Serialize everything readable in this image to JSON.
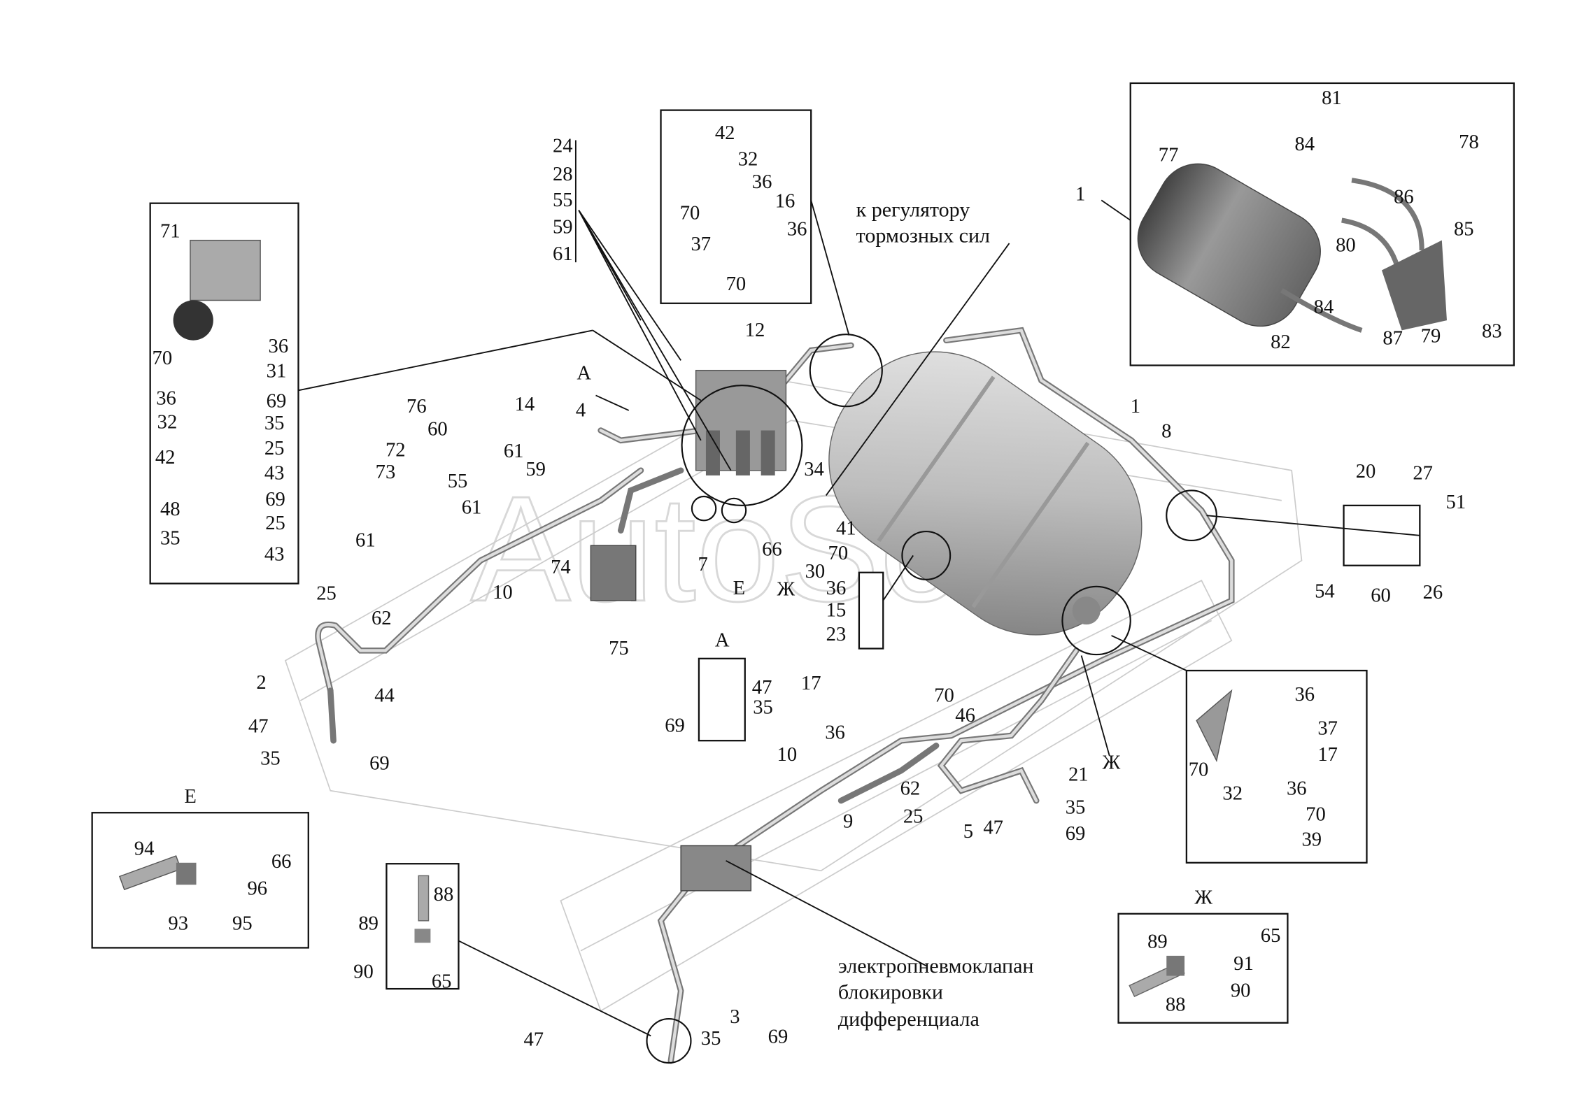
{
  "watermark": "AutoSoft",
  "captions": {
    "regulator_line1": "к регулятору",
    "regulator_line2": "тормозных сил",
    "valve_line1": "электропневмоклапан",
    "valve_line2": "блокировки",
    "valve_line3": "дифференциала",
    "view_a": "А",
    "view_e": "Е",
    "view_zh": "Ж",
    "view_a_small": "А",
    "view_e_small": "Е",
    "view_zh_small": "Ж",
    "view_zh_small2": "Ж"
  },
  "callouts": [
    "71",
    "70",
    "36",
    "31",
    "36",
    "69",
    "32",
    "35",
    "25",
    "42",
    "43",
    "48",
    "69",
    "35",
    "25",
    "43",
    "24",
    "28",
    "55",
    "59",
    "61",
    "42",
    "32",
    "36",
    "70",
    "16",
    "37",
    "36",
    "70",
    "81",
    "77",
    "84",
    "78",
    "86",
    "85",
    "80",
    "84",
    "82",
    "87",
    "79",
    "83",
    "1",
    "12",
    "4",
    "76",
    "60",
    "14",
    "72",
    "73",
    "61",
    "59",
    "55",
    "61",
    "61",
    "34",
    "41",
    "66",
    "7",
    "30",
    "70",
    "36",
    "15",
    "23",
    "74",
    "10",
    "75",
    "25",
    "62",
    "44",
    "2",
    "47",
    "35",
    "69",
    "1",
    "8",
    "20",
    "27",
    "51",
    "54",
    "60",
    "26",
    "47",
    "35",
    "69",
    "17",
    "70",
    "36",
    "46",
    "10",
    "21",
    "62",
    "25",
    "9",
    "5",
    "47",
    "35",
    "69",
    "36",
    "37",
    "17",
    "70",
    "32",
    "36",
    "70",
    "39",
    "94",
    "66",
    "96",
    "93",
    "95",
    "88",
    "89",
    "90",
    "65",
    "3",
    "47",
    "35",
    "69",
    "89",
    "65",
    "91",
    "90",
    "88"
  ]
}
